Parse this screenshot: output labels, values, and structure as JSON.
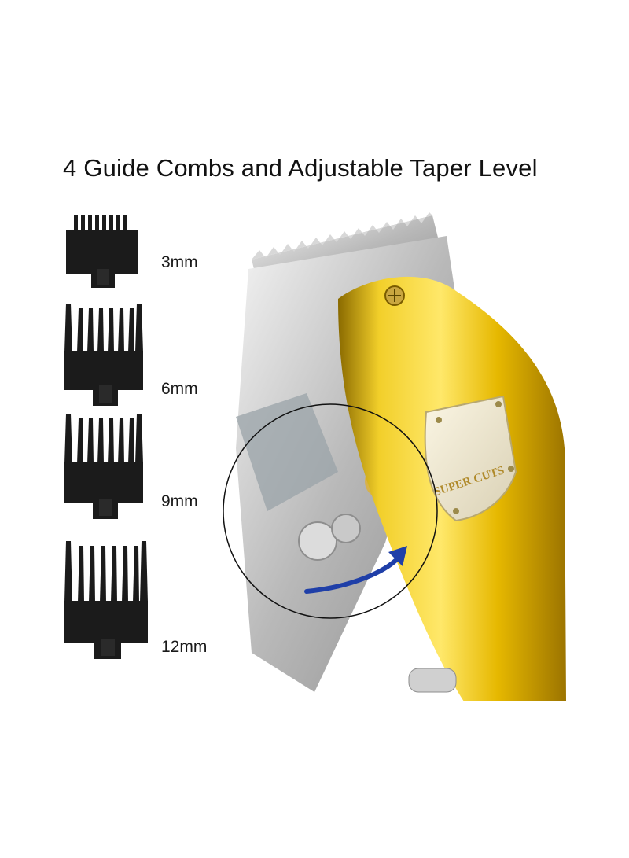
{
  "headline": "4 Guide Combs and Adjustable Taper Level",
  "combs": [
    {
      "label": "3mm"
    },
    {
      "label": "6mm"
    },
    {
      "label": "9mm"
    },
    {
      "label": "12mm"
    }
  ],
  "clipper": {
    "plate_text": "SUPER CUTS",
    "body_color": "#e6b800",
    "blade_color": "#c8c8c8",
    "arrow_color": "#1f3fa8"
  }
}
